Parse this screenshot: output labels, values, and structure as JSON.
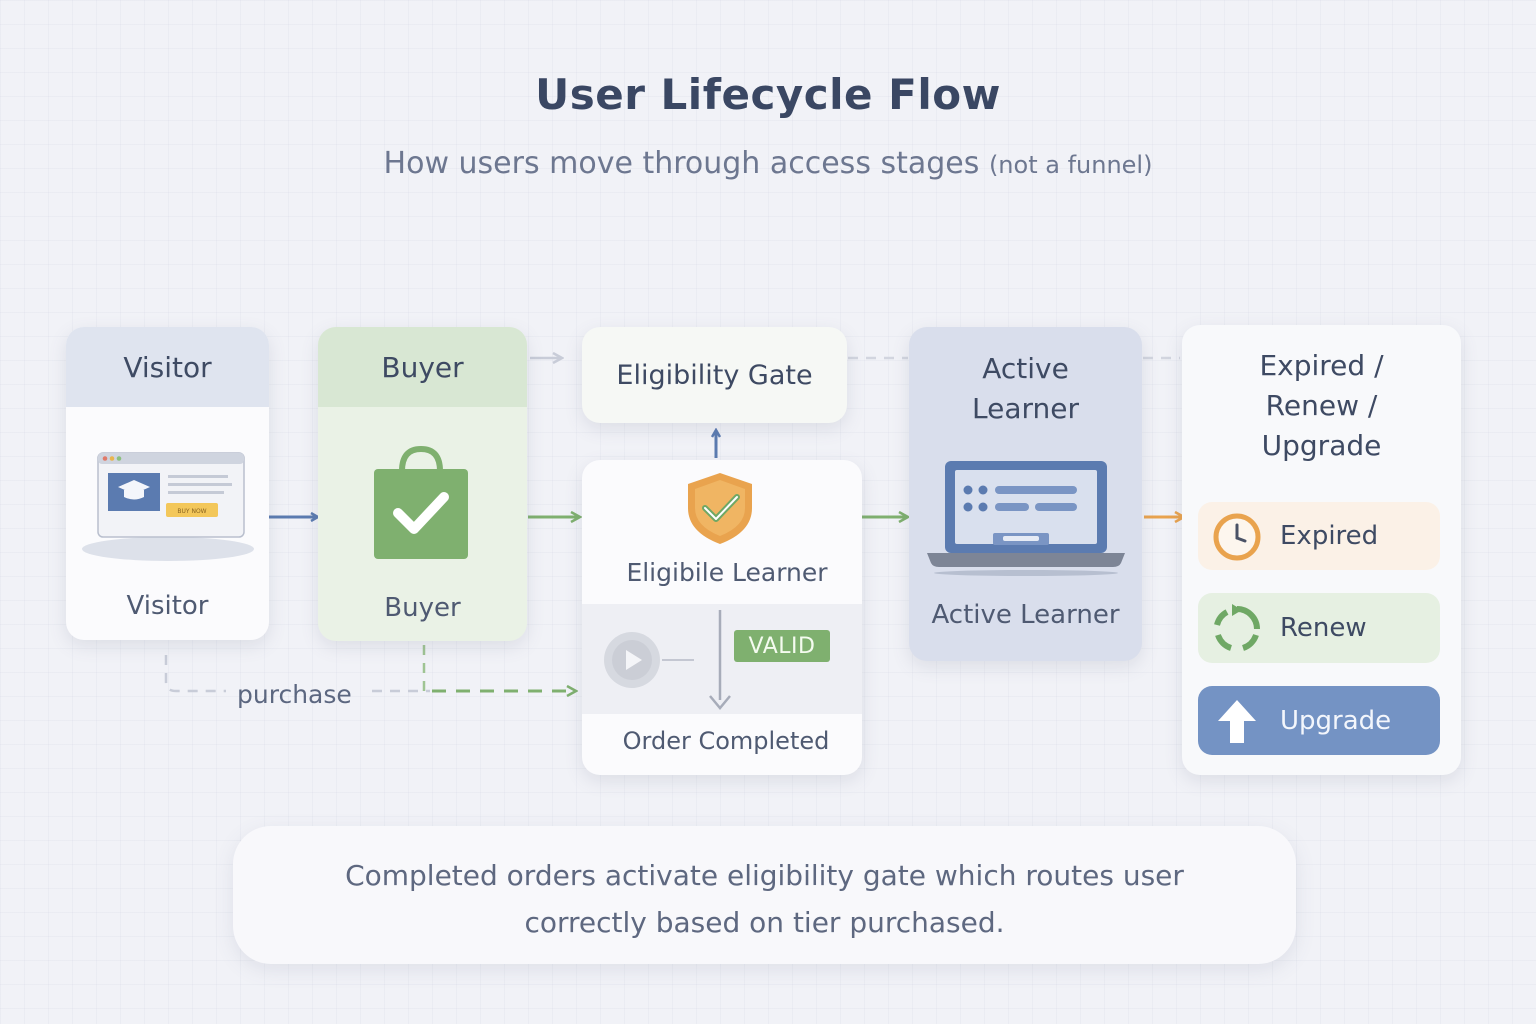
{
  "title": "User Lifecycle Flow",
  "subtitle": {
    "main": "How users move through access stages",
    "note": "(not a funnel)"
  },
  "stages": {
    "visitor": {
      "header": "Visitor",
      "footer": "Visitor",
      "mockup_button": "BUY NOW"
    },
    "buyer": {
      "header": "Buyer",
      "footer": "Buyer"
    },
    "eligibility_gate": {
      "label": "Eligibility Gate"
    },
    "eligible_learner": {
      "label": "Eligibile Learner",
      "badge": "VALID",
      "footer": "Order Completed"
    },
    "active_learner": {
      "header_line1": "Active",
      "header_line2": "Learner",
      "footer": "Active Learner"
    },
    "outcomes": {
      "header_line1": "Expired /",
      "header_line2": "Renew /",
      "header_line3": "Upgrade",
      "expired": "Expired",
      "renew": "Renew",
      "upgrade": "Upgrade"
    }
  },
  "edges": {
    "purchase": "purchase"
  },
  "note": {
    "line1": "Completed orders activate eligibility gate which routes user",
    "line2": "correctly based on tier purchased."
  },
  "colors": {
    "blue_accent": "#5b7bb0",
    "green_accent": "#7fb06f",
    "orange_accent": "#e9a34e",
    "upgrade_fill": "#7493c4"
  }
}
